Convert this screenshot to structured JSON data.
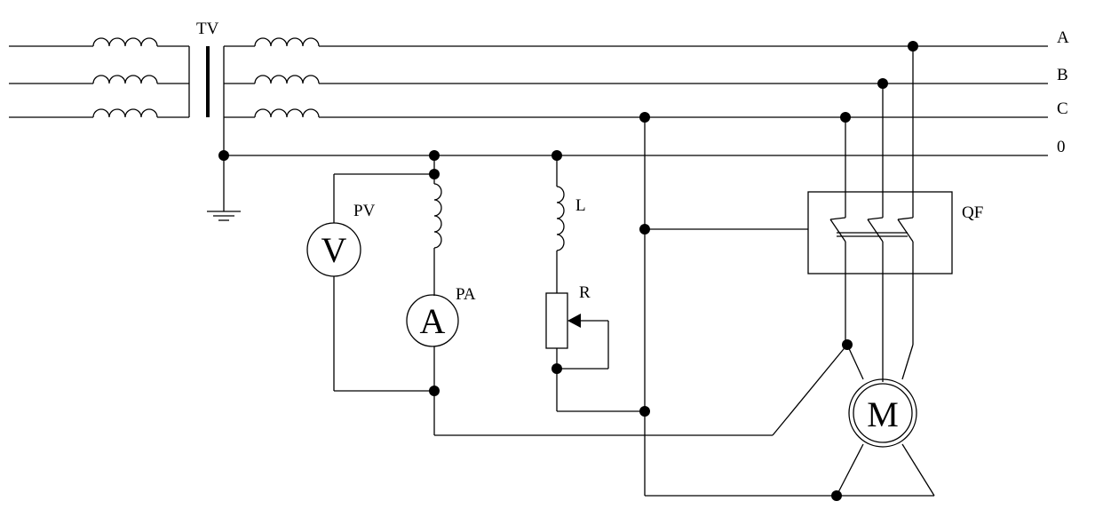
{
  "labels": {
    "transformer": "TV",
    "phase_a": "A",
    "phase_b": "B",
    "phase_c": "C",
    "neutral": "0",
    "voltmeter_tag": "PV",
    "voltmeter_symbol": "V",
    "ammeter_tag": "PA",
    "ammeter_symbol": "A",
    "inductor": "L",
    "resistor": "R",
    "breaker": "QF",
    "motor_symbol": "M"
  }
}
